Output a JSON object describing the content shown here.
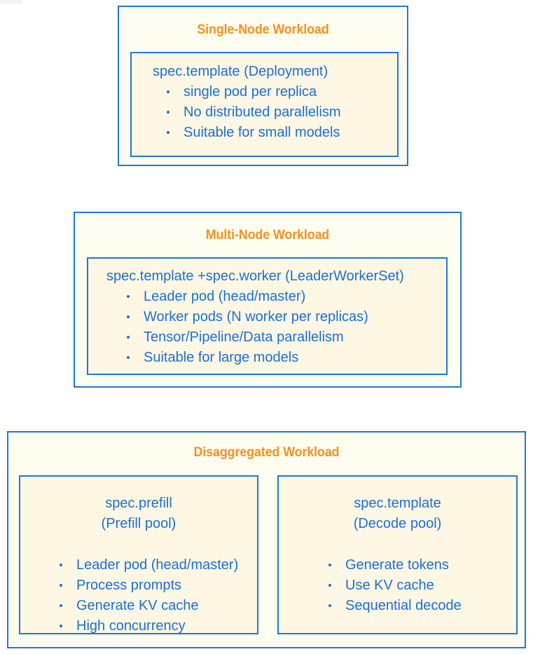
{
  "colors": {
    "card_border": "#1b7ad4",
    "card_fill": "#fffdf0",
    "panel_fill": "#fdf7e3",
    "title_text": "#f5911e",
    "body_text": "#1a6fd4",
    "page_background": "#ffffff"
  },
  "cards": [
    {
      "id": "single-node",
      "title": "Single-Node Workload",
      "panel": {
        "heading": "spec.template (Deployment)",
        "bullets": [
          "single pod per replica",
          "No distributed parallelism",
          "Suitable for small models"
        ]
      }
    },
    {
      "id": "multi-node",
      "title": "Multi-Node Workload",
      "panel": {
        "heading": "spec.template +spec.worker (LeaderWorkerSet)",
        "bullets": [
          "Leader pod (head/master)",
          "Worker pods (N worker per replicas)",
          "Tensor/Pipeline/Data parallelism",
          "Suitable for large models"
        ]
      }
    },
    {
      "id": "disaggregated",
      "title": "Disaggregated Workload",
      "panels": [
        {
          "id": "prefill-pool",
          "heading_line1": "spec.prefill",
          "heading_line2": "(Prefill pool)",
          "bullets": [
            "Leader pod (head/master)",
            "Process prompts",
            "Generate KV cache",
            "High concurrency"
          ]
        },
        {
          "id": "decode-pool",
          "heading_line1": "spec.template",
          "heading_line2": "(Decode pool)",
          "bullets": [
            "Generate tokens",
            "Use KV cache",
            "Sequential decode"
          ]
        }
      ]
    }
  ]
}
